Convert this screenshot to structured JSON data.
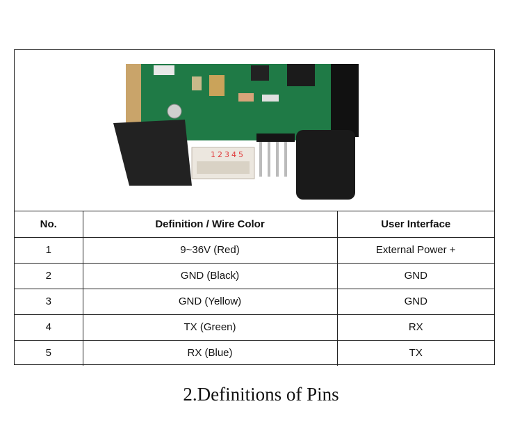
{
  "photo": {
    "subject": "module-with-connector-photo",
    "connector_pin_numbers": [
      "1",
      "2",
      "3",
      "4",
      "5"
    ]
  },
  "table": {
    "headers": [
      "No.",
      "Definition / Wire Color",
      "User Interface"
    ],
    "rows": [
      [
        "1",
        "9~36V (Red)",
        "External Power +"
      ],
      [
        "2",
        "GND (Black)",
        "GND"
      ],
      [
        "3",
        "GND (Yellow)",
        "GND"
      ],
      [
        "4",
        "TX (Green)",
        "RX"
      ],
      [
        "5",
        "RX (Blue)",
        "TX"
      ]
    ]
  },
  "caption": "2.Definitions of Pins",
  "colors": {
    "border": "#222222",
    "pcb": "#1f7a46",
    "pin_label": "#e0393a"
  }
}
